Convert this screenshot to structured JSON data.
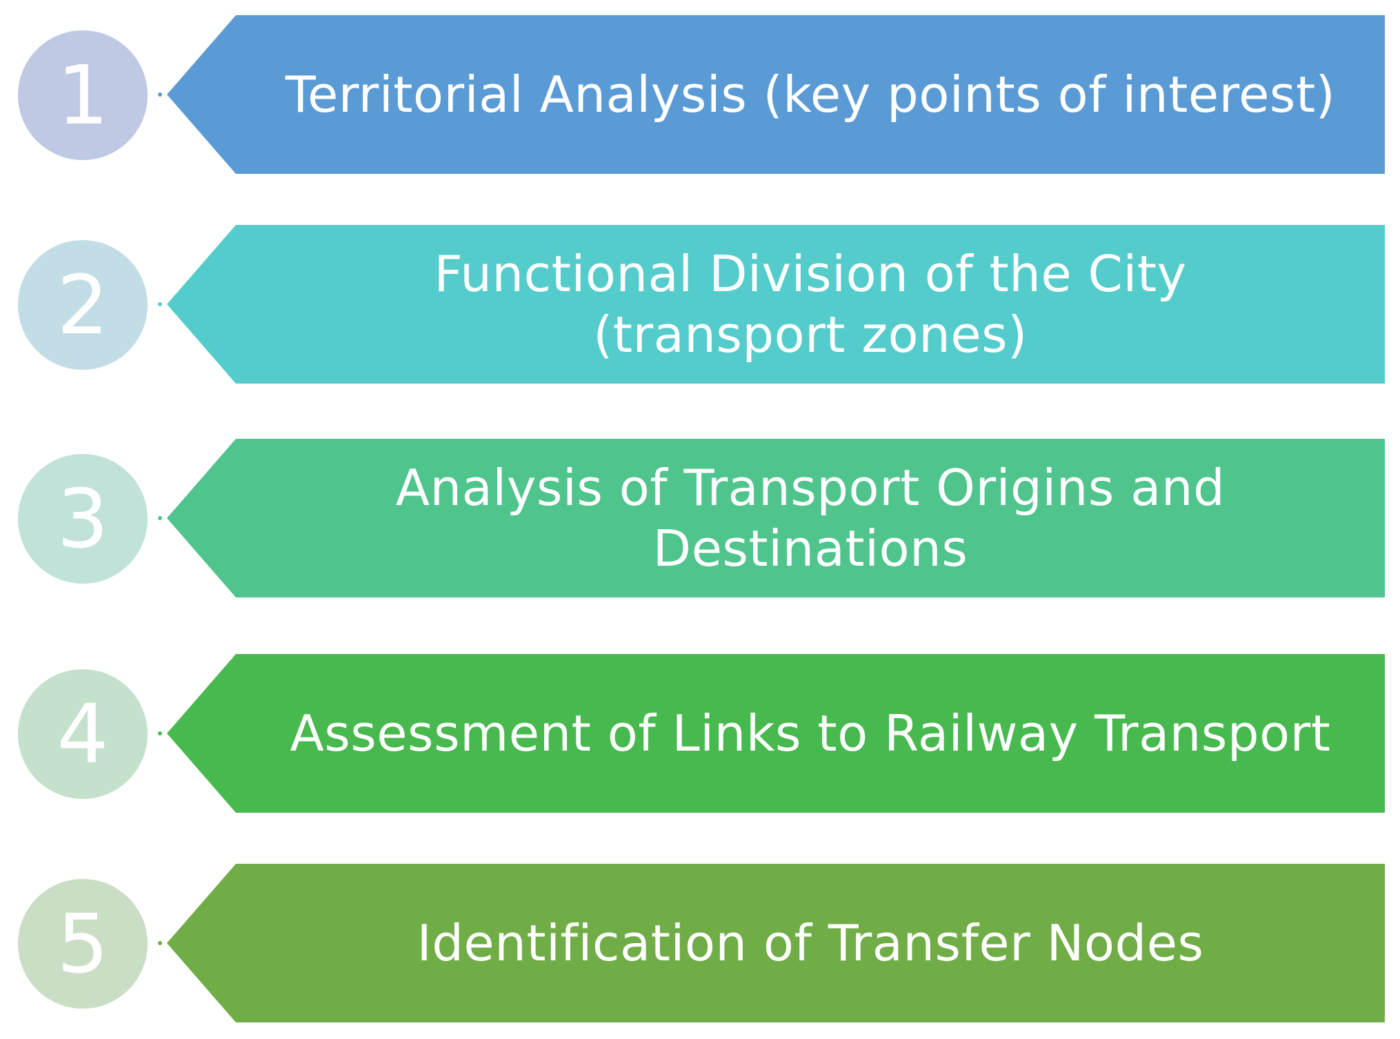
{
  "steps": [
    {
      "number": "1",
      "label": "Territorial Analysis (key points of interest)",
      "circle_color": "#BFC9E4",
      "arrow_color": "#5B9BD5"
    },
    {
      "number": "2",
      "label": "Functional Division of the City (transport zones)",
      "circle_color": "#C3DDE6",
      "arrow_color": "#55CCCC"
    },
    {
      "number": "3",
      "label": "Analysis of Transport Origins and Destinations",
      "circle_color": "#C1E2D9",
      "arrow_color": "#4FC48D"
    },
    {
      "number": "4",
      "label": "Assessment of Links to Railway Transport",
      "circle_color": "#C4E1CC",
      "arrow_color": "#47B94E"
    },
    {
      "number": "5",
      "label": "Identification of Transfer Nodes",
      "circle_color": "#C9DEC4",
      "arrow_color": "#70AD47"
    }
  ]
}
